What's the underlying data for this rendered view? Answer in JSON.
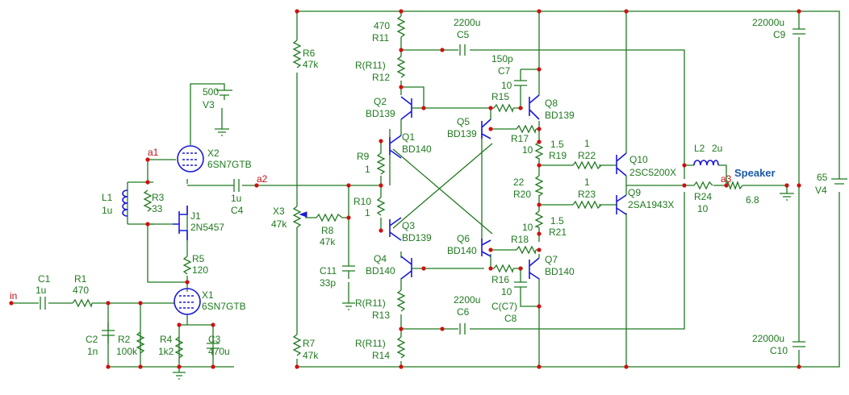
{
  "nets": {
    "in": "in",
    "a1": "a1",
    "a2": "a2",
    "a3": "a3"
  },
  "speaker": {
    "title": "Speaker",
    "value": "6.8"
  },
  "parts": {
    "C1": {
      "ref": "C1",
      "val": "1u"
    },
    "R1": {
      "ref": "R1",
      "val": "470"
    },
    "C2": {
      "ref": "C2",
      "val": "1n"
    },
    "R2": {
      "ref": "R2",
      "val": "100k"
    },
    "X1": {
      "ref": "X1",
      "val": "6SN7GTB"
    },
    "R4": {
      "ref": "R4",
      "val": "1k2"
    },
    "C3": {
      "ref": "C3",
      "val": "470u"
    },
    "R5": {
      "ref": "R5",
      "val": "120"
    },
    "J1": {
      "ref": "J1",
      "val": "2N5457"
    },
    "L1": {
      "ref": "L1",
      "val": "1u"
    },
    "R3": {
      "ref": "R3",
      "val": "33"
    },
    "X2": {
      "ref": "X2",
      "val": "6SN7GTB"
    },
    "V3": {
      "ref": "V3",
      "val": "500"
    },
    "C4": {
      "ref": "C4",
      "val": "1u"
    },
    "X3": {
      "ref": "X3",
      "val": "47k"
    },
    "R8": {
      "ref": "R8",
      "val": "47k"
    },
    "C11": {
      "ref": "C11",
      "val": "33p"
    },
    "R6": {
      "ref": "R6",
      "val": "47k"
    },
    "R7": {
      "ref": "R7",
      "val": "47k"
    },
    "R11": {
      "ref": "R11",
      "val": "470"
    },
    "R12": {
      "ref": "R12",
      "val": "R(R11)"
    },
    "R13": {
      "ref": "R13",
      "val": "R(R11)"
    },
    "R14": {
      "ref": "R14",
      "val": "R(R11)"
    },
    "C5": {
      "ref": "C5",
      "val": "2200u"
    },
    "C6": {
      "ref": "C6",
      "val": "2200u"
    },
    "R9": {
      "ref": "R9",
      "val": "1"
    },
    "R10": {
      "ref": "R10",
      "val": "1"
    },
    "Q1": {
      "ref": "Q1",
      "val": "BD140"
    },
    "Q2": {
      "ref": "Q2",
      "val": "BD139"
    },
    "Q3": {
      "ref": "Q3",
      "val": "BD139"
    },
    "Q4": {
      "ref": "Q4",
      "val": "BD140"
    },
    "Q5": {
      "ref": "Q5",
      "val": "BD139"
    },
    "Q6": {
      "ref": "Q6",
      "val": "BD140"
    },
    "Q7": {
      "ref": "Q7",
      "val": "BD140"
    },
    "Q8": {
      "ref": "Q8",
      "val": "BD139"
    },
    "C7": {
      "ref": "C7",
      "val": "150p"
    },
    "C8": {
      "ref": "C8",
      "val": "C(C7)"
    },
    "R15": {
      "ref": "R15",
      "val": "10"
    },
    "R16": {
      "ref": "R16",
      "val": "10"
    },
    "R17": {
      "ref": "R17",
      "val": "10"
    },
    "R18": {
      "ref": "R18",
      "val": "10"
    },
    "R19": {
      "ref": "R19",
      "val": "1.5"
    },
    "R20": {
      "ref": "R20",
      "val": "22"
    },
    "R21": {
      "ref": "R21",
      "val": "1.5"
    },
    "R22": {
      "ref": "R22",
      "val": "1"
    },
    "R23": {
      "ref": "R23",
      "val": "1"
    },
    "Q9": {
      "ref": "Q9",
      "val": "2SA1943X"
    },
    "Q10": {
      "ref": "Q10",
      "val": "2SC5200X"
    },
    "L2": {
      "ref": "L2",
      "val": "2u"
    },
    "R24": {
      "ref": "R24",
      "val": "10"
    },
    "C9": {
      "ref": "C9",
      "val": "22000u"
    },
    "C10": {
      "ref": "C10",
      "val": "22000u"
    },
    "V4": {
      "ref": "V4",
      "val": "65"
    }
  }
}
